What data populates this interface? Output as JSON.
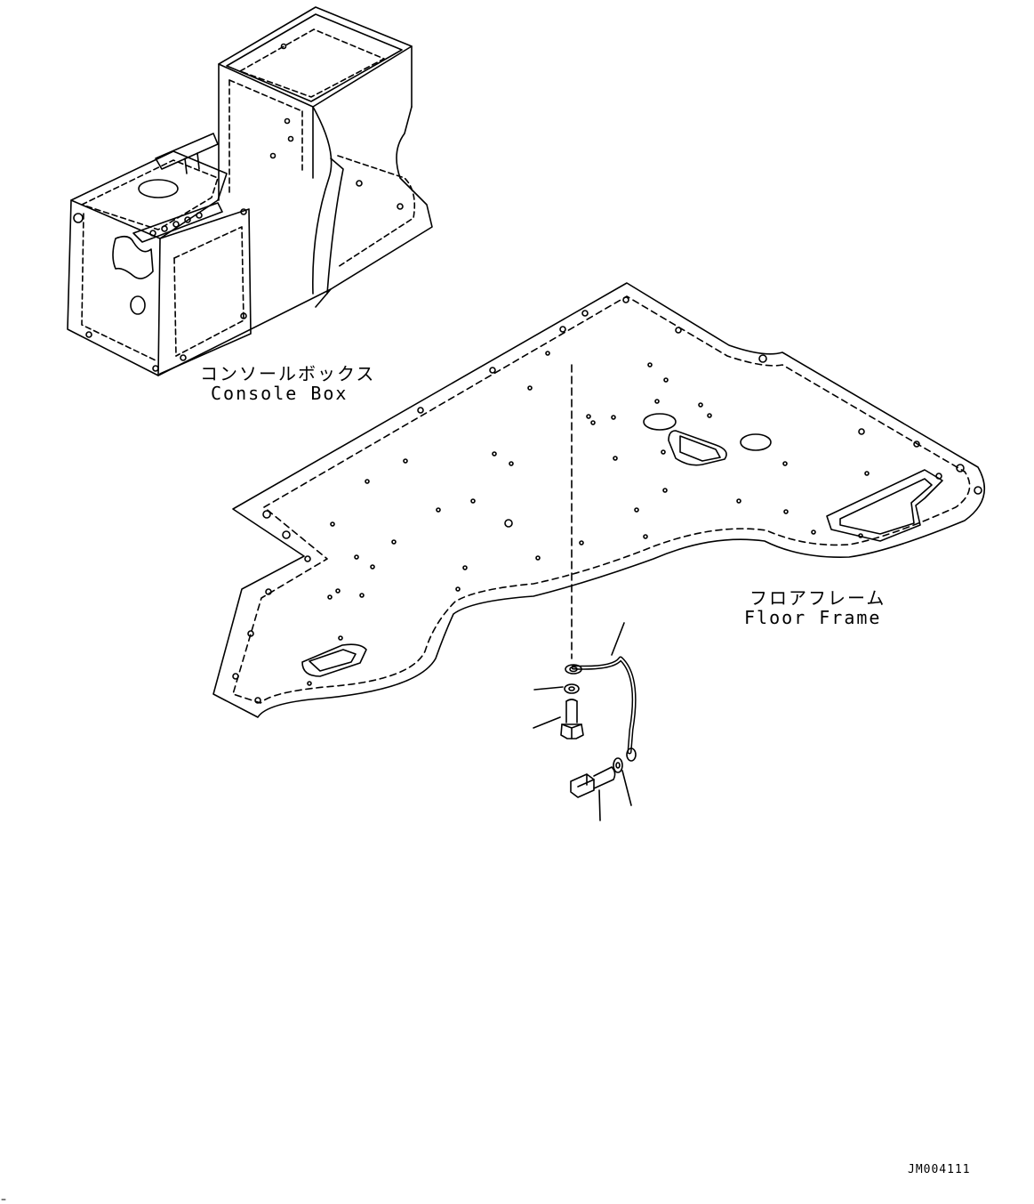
{
  "labels": {
    "console_box_ja": "コンソールボックス",
    "console_box_en": "Console Box",
    "floor_frame_ja": "フロアフレーム",
    "floor_frame_en": "Floor Frame"
  },
  "drawing_code": "JM004111"
}
